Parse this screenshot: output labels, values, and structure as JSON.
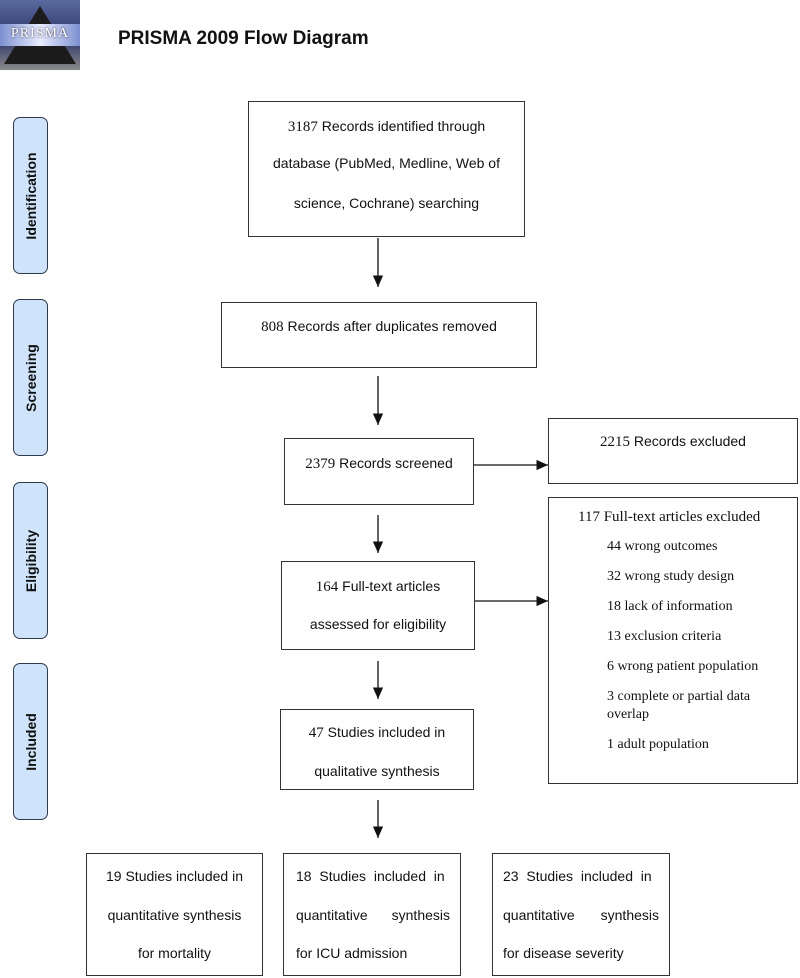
{
  "header": {
    "logo_text": "PRISMA",
    "title": "PRISMA 2009 Flow Diagram"
  },
  "stages": {
    "identification": "Identification",
    "screening": "Screening",
    "eligibility": "Eligibility",
    "included": "Included"
  },
  "boxes": {
    "identified": {
      "num": "3187",
      "line1": " Records identified through",
      "line2": "database (PubMed, Medline, Web of",
      "line3": "science, Cochrane) searching"
    },
    "duplicates": {
      "num": "808",
      "text": " Records after duplicates removed"
    },
    "screened": {
      "num": "2379",
      "text": " Records screened"
    },
    "excluded": {
      "num": "2215",
      "text": " Records excluded"
    },
    "fulltext": {
      "num": "164",
      "line1": "  Full-text articles",
      "line2": "assessed for eligibility"
    },
    "fulltext_excluded": {
      "header": "117 Full-text articles excluded",
      "reasons": [
        "44  wrong outcomes",
        "32  wrong study design",
        "18  lack of information",
        "13  exclusion criteria",
        "6  wrong patient population",
        "3   complete or partial data",
        "1  adult population"
      ],
      "reason_cont": "overlap"
    },
    "qualitative": {
      "num": "47",
      "line1": " Studies included in",
      "line2": "qualitative synthesis"
    },
    "mortality": {
      "line1": "19 Studies included in",
      "line2": "quantitative synthesis",
      "line3": "for mortality"
    },
    "icu": {
      "line1": "18  Studies  included  in",
      "line2a": "quantitative",
      "line2b": "synthesis",
      "line3": "for ICU admission"
    },
    "severity": {
      "line1": "23  Studies  included  in",
      "line2a": "quantitative",
      "line2b": "synthesis",
      "line3": "for disease severity"
    }
  }
}
